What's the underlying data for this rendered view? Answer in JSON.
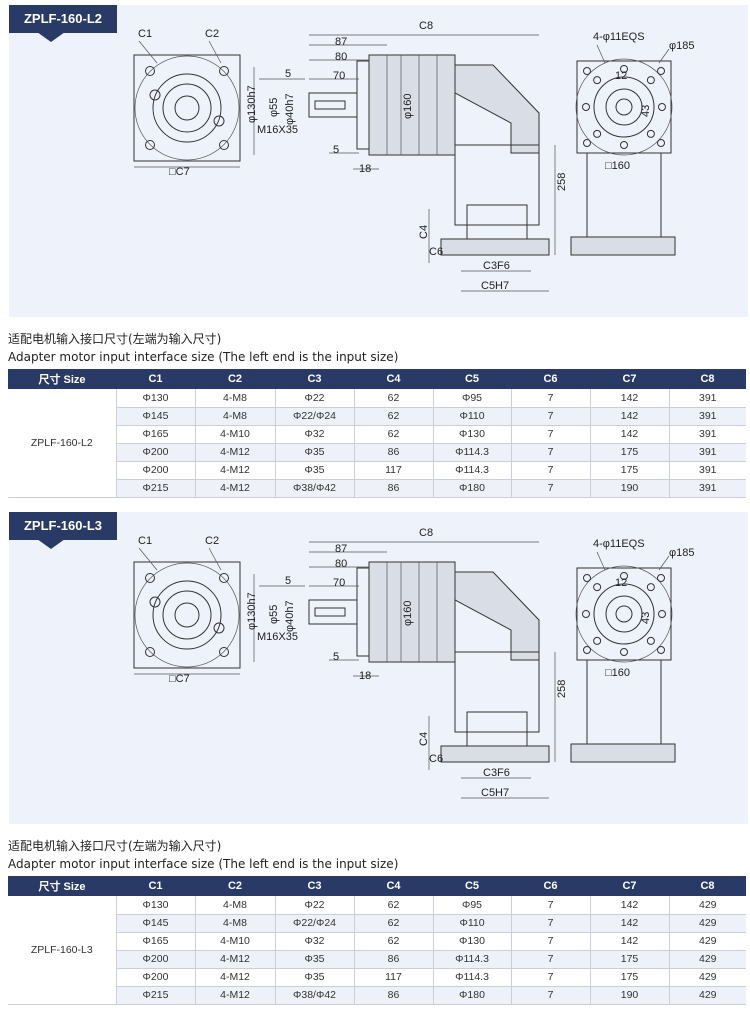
{
  "sections": [
    {
      "badge": "ZPLF-160-L2",
      "drawing_labels": {
        "c1": "C1",
        "c2": "C2",
        "c7": "□C7",
        "phi130h7": "φ130h7",
        "phi55": "φ55",
        "phi40h7": "φ40h7",
        "m16": "M16X35",
        "d87": "87",
        "d80": "80",
        "d70": "70",
        "d5a": "5",
        "d5b": "5",
        "d18": "18",
        "c8": "C8",
        "phi160": "φ160",
        "c4": "C4",
        "c6": "C6",
        "c3f6": "C3F6",
        "c5h7": "C5H7",
        "d258": "258",
        "holes": "4-φ11EQS",
        "phi185": "φ185",
        "d12": "12",
        "d43": "43",
        "sq160": "□160"
      },
      "caption_cn": "适配电机输入接口尺寸(左端为输入尺寸)",
      "caption_en": "Adapter motor input interface size (The left end is the input size)",
      "columns": [
        "尺寸 Size",
        "C1",
        "C2",
        "C3",
        "C4",
        "C5",
        "C6",
        "C7",
        "C8"
      ],
      "model": "ZPLF-160-L2",
      "rows": [
        [
          "Φ130",
          "4-M8",
          "Φ22",
          "62",
          "Φ95",
          "7",
          "142",
          "391"
        ],
        [
          "Φ145",
          "4-M8",
          "Φ22/Φ24",
          "62",
          "Φ110",
          "7",
          "142",
          "391"
        ],
        [
          "Φ165",
          "4-M10",
          "Φ32",
          "62",
          "Φ130",
          "7",
          "142",
          "391"
        ],
        [
          "Φ200",
          "4-M12",
          "Φ35",
          "86",
          "Φ114.3",
          "7",
          "175",
          "391"
        ],
        [
          "Φ200",
          "4-M12",
          "Φ35",
          "117",
          "Φ114.3",
          "7",
          "175",
          "391"
        ],
        [
          "Φ215",
          "4-M12",
          "Φ38/Φ42",
          "86",
          "Φ180",
          "7",
          "190",
          "391"
        ]
      ]
    },
    {
      "badge": "ZPLF-160-L3",
      "drawing_labels": {
        "c1": "C1",
        "c2": "C2",
        "c7": "□C7",
        "phi130h7": "φ130h7",
        "phi55": "φ55",
        "phi40h7": "φ40h7",
        "m16": "M16X35",
        "d87": "87",
        "d80": "80",
        "d70": "70",
        "d5a": "5",
        "d5b": "5",
        "d18": "18",
        "c8": "C8",
        "phi160": "φ160",
        "c4": "C4",
        "c6": "C6",
        "c3f6": "C3F6",
        "c5h7": "C5H7",
        "d258": "258",
        "holes": "4-φ11EQS",
        "phi185": "φ185",
        "d12": "12",
        "d43": "43",
        "sq160": "□160"
      },
      "caption_cn": "适配电机输入接口尺寸(左端为输入尺寸)",
      "caption_en": "Adapter motor input interface size (The left end is the input size)",
      "columns": [
        "尺寸 Size",
        "C1",
        "C2",
        "C3",
        "C4",
        "C5",
        "C6",
        "C7",
        "C8"
      ],
      "model": "ZPLF-160-L3",
      "rows": [
        [
          "Φ130",
          "4-M8",
          "Φ22",
          "62",
          "Φ95",
          "7",
          "142",
          "429"
        ],
        [
          "Φ145",
          "4-M8",
          "Φ22/Φ24",
          "62",
          "Φ110",
          "7",
          "142",
          "429"
        ],
        [
          "Φ165",
          "4-M10",
          "Φ32",
          "62",
          "Φ130",
          "7",
          "142",
          "429"
        ],
        [
          "Φ200",
          "4-M12",
          "Φ35",
          "86",
          "Φ114.3",
          "7",
          "175",
          "429"
        ],
        [
          "Φ200",
          "4-M12",
          "Φ35",
          "117",
          "Φ114.3",
          "7",
          "175",
          "429"
        ],
        [
          "Φ215",
          "4-M12",
          "Φ38/Φ42",
          "86",
          "Φ180",
          "7",
          "190",
          "429"
        ]
      ]
    }
  ]
}
